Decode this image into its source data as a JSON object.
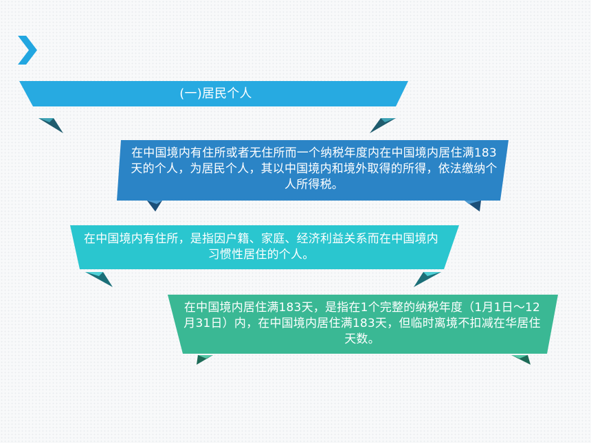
{
  "slide": {
    "accent_chevron": "chevron-right-icon",
    "title": "(一)居民个人",
    "box1": "在中国境内有住所或者无住所而一个纳税年度内在中国境内居住满183天的个人，为居民个人，其以中国境内和境外取得的所得，依法缴纳个人所得税。",
    "box2": "在中国境内有住所，是指因户籍、家庭、经济利益关系而在中国境内习惯性居住的个人。",
    "box3": "在中国境内居住满183天，是指在1个完整的纳税年度（1月1日～12月31日）内，在中国境内居住满183天，但临时离境不扣减在华居住天数。"
  },
  "colors": {
    "title_banner": "#27aae1",
    "title_fold": "#1f5c6e",
    "box1": "#2b84c6",
    "box1_fold": "#1c4f78",
    "box2": "#2ac6cf",
    "box2_fold": "#1b6f78",
    "box3": "#3ab894",
    "box3_fold": "#1d6b57"
  }
}
